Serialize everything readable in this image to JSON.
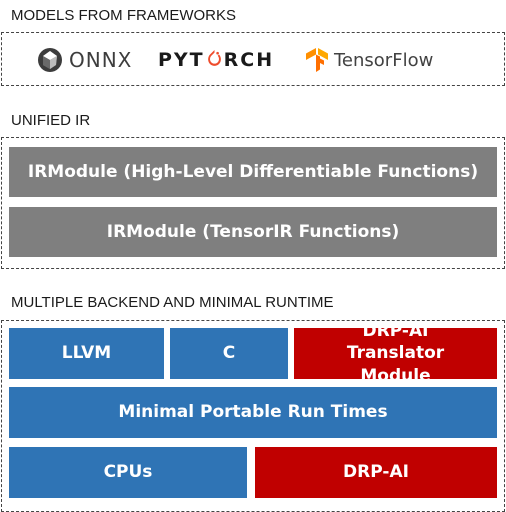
{
  "sections": {
    "models": "MODELS FROM FRAMEWORKS",
    "ir": "UNIFIED IR",
    "backend": "MULTIPLE BACKEND AND MINIMAL RUNTIME"
  },
  "frameworks": {
    "onnx": "ONNX",
    "pytorch_a": "PYT",
    "pytorch_b": "RCH",
    "tensorflow": "TensorFlow"
  },
  "ir_blocks": {
    "high_level": "IRModule (High-Level Differentiable Functions)",
    "tensorir": "IRModule (TensorIR Functions)"
  },
  "backend_blocks": {
    "llvm": "LLVM",
    "c": "C",
    "drp_translator": "DRP-AI Translator Module",
    "runtime": "Minimal Portable Run Times",
    "cpus": "CPUs",
    "drp_ai": "DRP-AI"
  },
  "colors": {
    "gray": "#7f7f7f",
    "blue": "#2f74b5",
    "red": "#c00000",
    "onnx_logo": "#3d3d3d",
    "pytorch_flame": "#ee4c2c",
    "tensorflow_logo": "#ff8f00"
  },
  "icons": {
    "onnx": "onnx-logo-icon",
    "pytorch": "pytorch-flame-icon",
    "tensorflow": "tensorflow-logo-icon"
  }
}
